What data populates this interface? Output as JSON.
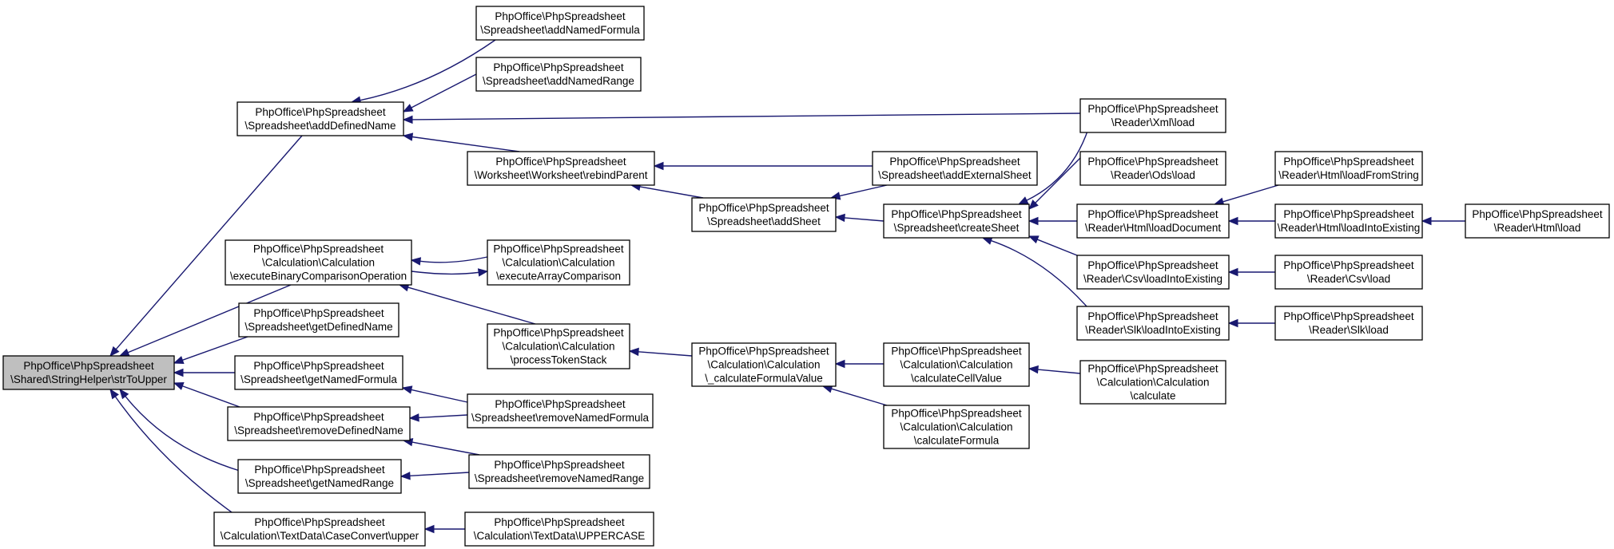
{
  "diagram": {
    "nodes": [
      {
        "id": "strToUpper",
        "lines": [
          "PhpOffice\\PhpSpreadsheet",
          "\\Shared\\StringHelper\\strToUpper"
        ],
        "root": true
      },
      {
        "id": "addDefinedName",
        "lines": [
          "PhpOffice\\PhpSpreadsheet",
          "\\Spreadsheet\\addDefinedName"
        ]
      },
      {
        "id": "execBinComp",
        "lines": [
          "PhpOffice\\PhpSpreadsheet",
          "\\Calculation\\Calculation",
          "\\executeBinaryComparisonOperation"
        ]
      },
      {
        "id": "getDefinedName",
        "lines": [
          "PhpOffice\\PhpSpreadsheet",
          "\\Spreadsheet\\getDefinedName"
        ]
      },
      {
        "id": "getNamedFormula",
        "lines": [
          "PhpOffice\\PhpSpreadsheet",
          "\\Spreadsheet\\getNamedFormula"
        ]
      },
      {
        "id": "removeDefinedName",
        "lines": [
          "PhpOffice\\PhpSpreadsheet",
          "\\Spreadsheet\\removeDefinedName"
        ]
      },
      {
        "id": "getNamedRange",
        "lines": [
          "PhpOffice\\PhpSpreadsheet",
          "\\Spreadsheet\\getNamedRange"
        ]
      },
      {
        "id": "caseUpper",
        "lines": [
          "PhpOffice\\PhpSpreadsheet",
          "\\Calculation\\TextData\\CaseConvert\\upper"
        ]
      },
      {
        "id": "addNamedFormula",
        "lines": [
          "PhpOffice\\PhpSpreadsheet",
          "\\Spreadsheet\\addNamedFormula"
        ]
      },
      {
        "id": "addNamedRange",
        "lines": [
          "PhpOffice\\PhpSpreadsheet",
          "\\Spreadsheet\\addNamedRange"
        ]
      },
      {
        "id": "rebindParent",
        "lines": [
          "PhpOffice\\PhpSpreadsheet",
          "\\Worksheet\\Worksheet\\rebindParent"
        ]
      },
      {
        "id": "execArrayComp",
        "lines": [
          "PhpOffice\\PhpSpreadsheet",
          "\\Calculation\\Calculation",
          "\\executeArrayComparison"
        ]
      },
      {
        "id": "processTokenStack",
        "lines": [
          "PhpOffice\\PhpSpreadsheet",
          "\\Calculation\\Calculation",
          "\\processTokenStack"
        ]
      },
      {
        "id": "removeNamedFormula",
        "lines": [
          "PhpOffice\\PhpSpreadsheet",
          "\\Spreadsheet\\removeNamedFormula"
        ]
      },
      {
        "id": "removeNamedRange",
        "lines": [
          "PhpOffice\\PhpSpreadsheet",
          "\\Spreadsheet\\removeNamedRange"
        ]
      },
      {
        "id": "uppercase",
        "lines": [
          "PhpOffice\\PhpSpreadsheet",
          "\\Calculation\\TextData\\UPPERCASE"
        ]
      },
      {
        "id": "addSheet",
        "lines": [
          "PhpOffice\\PhpSpreadsheet",
          "\\Spreadsheet\\addSheet"
        ]
      },
      {
        "id": "calcFormulaValue",
        "lines": [
          "PhpOffice\\PhpSpreadsheet",
          "\\Calculation\\Calculation",
          "\\_calculateFormulaValue"
        ]
      },
      {
        "id": "addExternalSheet",
        "lines": [
          "PhpOffice\\PhpSpreadsheet",
          "\\Spreadsheet\\addExternalSheet"
        ]
      },
      {
        "id": "createSheet",
        "lines": [
          "PhpOffice\\PhpSpreadsheet",
          "\\Spreadsheet\\createSheet"
        ]
      },
      {
        "id": "calculateCellValue",
        "lines": [
          "PhpOffice\\PhpSpreadsheet",
          "\\Calculation\\Calculation",
          "\\calculateCellValue"
        ]
      },
      {
        "id": "calculateFormula",
        "lines": [
          "PhpOffice\\PhpSpreadsheet",
          "\\Calculation\\Calculation",
          "\\calculateFormula"
        ]
      },
      {
        "id": "xmlLoad",
        "lines": [
          "PhpOffice\\PhpSpreadsheet",
          "\\Reader\\Xml\\load"
        ]
      },
      {
        "id": "odsLoad",
        "lines": [
          "PhpOffice\\PhpSpreadsheet",
          "\\Reader\\Ods\\load"
        ]
      },
      {
        "id": "htmlLoadDocument",
        "lines": [
          "PhpOffice\\PhpSpreadsheet",
          "\\Reader\\Html\\loadDocument"
        ]
      },
      {
        "id": "csvLoadIntoExisting",
        "lines": [
          "PhpOffice\\PhpSpreadsheet",
          "\\Reader\\Csv\\loadIntoExisting"
        ]
      },
      {
        "id": "slkLoadIntoExisting",
        "lines": [
          "PhpOffice\\PhpSpreadsheet",
          "\\Reader\\Slk\\loadIntoExisting"
        ]
      },
      {
        "id": "calculate",
        "lines": [
          "PhpOffice\\PhpSpreadsheet",
          "\\Calculation\\Calculation",
          "\\calculate"
        ]
      },
      {
        "id": "htmlLoadFromString",
        "lines": [
          "PhpOffice\\PhpSpreadsheet",
          "\\Reader\\Html\\loadFromString"
        ]
      },
      {
        "id": "htmlLoadIntoExisting",
        "lines": [
          "PhpOffice\\PhpSpreadsheet",
          "\\Reader\\Html\\loadIntoExisting"
        ]
      },
      {
        "id": "csvLoad",
        "lines": [
          "PhpOffice\\PhpSpreadsheet",
          "\\Reader\\Csv\\load"
        ]
      },
      {
        "id": "slkLoad",
        "lines": [
          "PhpOffice\\PhpSpreadsheet",
          "\\Reader\\Slk\\load"
        ]
      },
      {
        "id": "htmlLoad",
        "lines": [
          "PhpOffice\\PhpSpreadsheet",
          "\\Reader\\Html\\load"
        ]
      }
    ],
    "edges": [
      {
        "from": "addDefinedName",
        "to": "strToUpper"
      },
      {
        "from": "execBinComp",
        "to": "strToUpper"
      },
      {
        "from": "getDefinedName",
        "to": "strToUpper"
      },
      {
        "from": "getNamedFormula",
        "to": "strToUpper"
      },
      {
        "from": "removeDefinedName",
        "to": "strToUpper"
      },
      {
        "from": "getNamedRange",
        "to": "strToUpper"
      },
      {
        "from": "caseUpper",
        "to": "strToUpper"
      },
      {
        "from": "addNamedFormula",
        "to": "addDefinedName"
      },
      {
        "from": "addNamedRange",
        "to": "addDefinedName"
      },
      {
        "from": "xmlLoad",
        "to": "addDefinedName"
      },
      {
        "from": "rebindParent",
        "to": "addDefinedName"
      },
      {
        "from": "execArrayComp",
        "to": "execBinComp"
      },
      {
        "from": "processTokenStack",
        "to": "execBinComp"
      },
      {
        "from": "execBinComp",
        "to": "execArrayComp"
      },
      {
        "from": "removeNamedFormula",
        "to": "getNamedFormula"
      },
      {
        "from": "removeNamedFormula",
        "to": "removeDefinedName"
      },
      {
        "from": "removeNamedRange",
        "to": "removeDefinedName"
      },
      {
        "from": "removeNamedRange",
        "to": "getNamedRange"
      },
      {
        "from": "uppercase",
        "to": "caseUpper"
      },
      {
        "from": "addExternalSheet",
        "to": "rebindParent"
      },
      {
        "from": "addSheet",
        "to": "rebindParent"
      },
      {
        "from": "calcFormulaValue",
        "to": "processTokenStack"
      },
      {
        "from": "addExternalSheet",
        "to": "addSheet"
      },
      {
        "from": "createSheet",
        "to": "addSheet"
      },
      {
        "from": "calculateCellValue",
        "to": "calcFormulaValue"
      },
      {
        "from": "calculateFormula",
        "to": "calcFormulaValue"
      },
      {
        "from": "xmlLoad",
        "to": "createSheet"
      },
      {
        "from": "odsLoad",
        "to": "createSheet"
      },
      {
        "from": "htmlLoadDocument",
        "to": "createSheet"
      },
      {
        "from": "csvLoadIntoExisting",
        "to": "createSheet"
      },
      {
        "from": "slkLoadIntoExisting",
        "to": "createSheet"
      },
      {
        "from": "calculate",
        "to": "calculateCellValue"
      },
      {
        "from": "htmlLoadFromString",
        "to": "htmlLoadDocument"
      },
      {
        "from": "htmlLoadIntoExisting",
        "to": "htmlLoadDocument"
      },
      {
        "from": "csvLoad",
        "to": "csvLoadIntoExisting"
      },
      {
        "from": "slkLoad",
        "to": "slkLoadIntoExisting"
      },
      {
        "from": "htmlLoad",
        "to": "htmlLoadIntoExisting"
      }
    ],
    "colors": {
      "edge": "#191970",
      "root_fill": "#bfbfbf",
      "node_fill": "#ffffff",
      "border": "#000000"
    }
  }
}
